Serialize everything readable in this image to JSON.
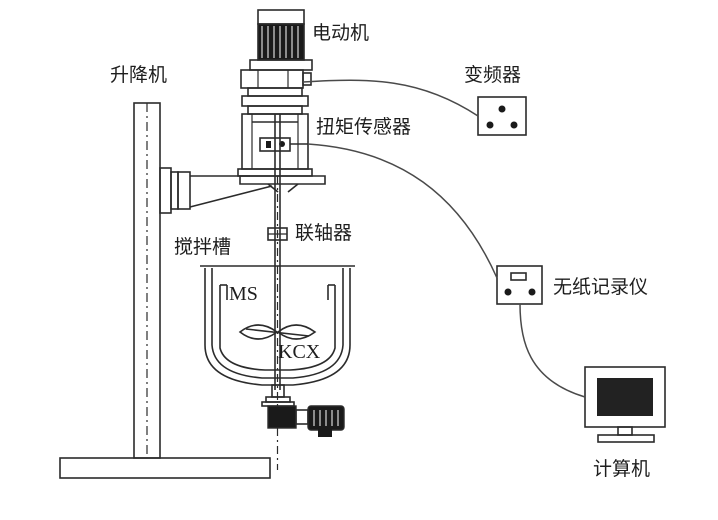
{
  "labels": {
    "motor": "电动机",
    "lift": "升降机",
    "inverter": "变频器",
    "torque_sensor": "扭矩传感器",
    "coupling": "联轴器",
    "tank": "搅拌槽",
    "ms": "MS",
    "kcx": "KCX",
    "recorder": "无纸记录仪",
    "computer": "计算机"
  },
  "colors": {
    "line": "#2b2b2b",
    "cable": "#4a4a4a",
    "fill_dark": "#1a1a1a",
    "screen": "#222222",
    "background": "#ffffff"
  }
}
